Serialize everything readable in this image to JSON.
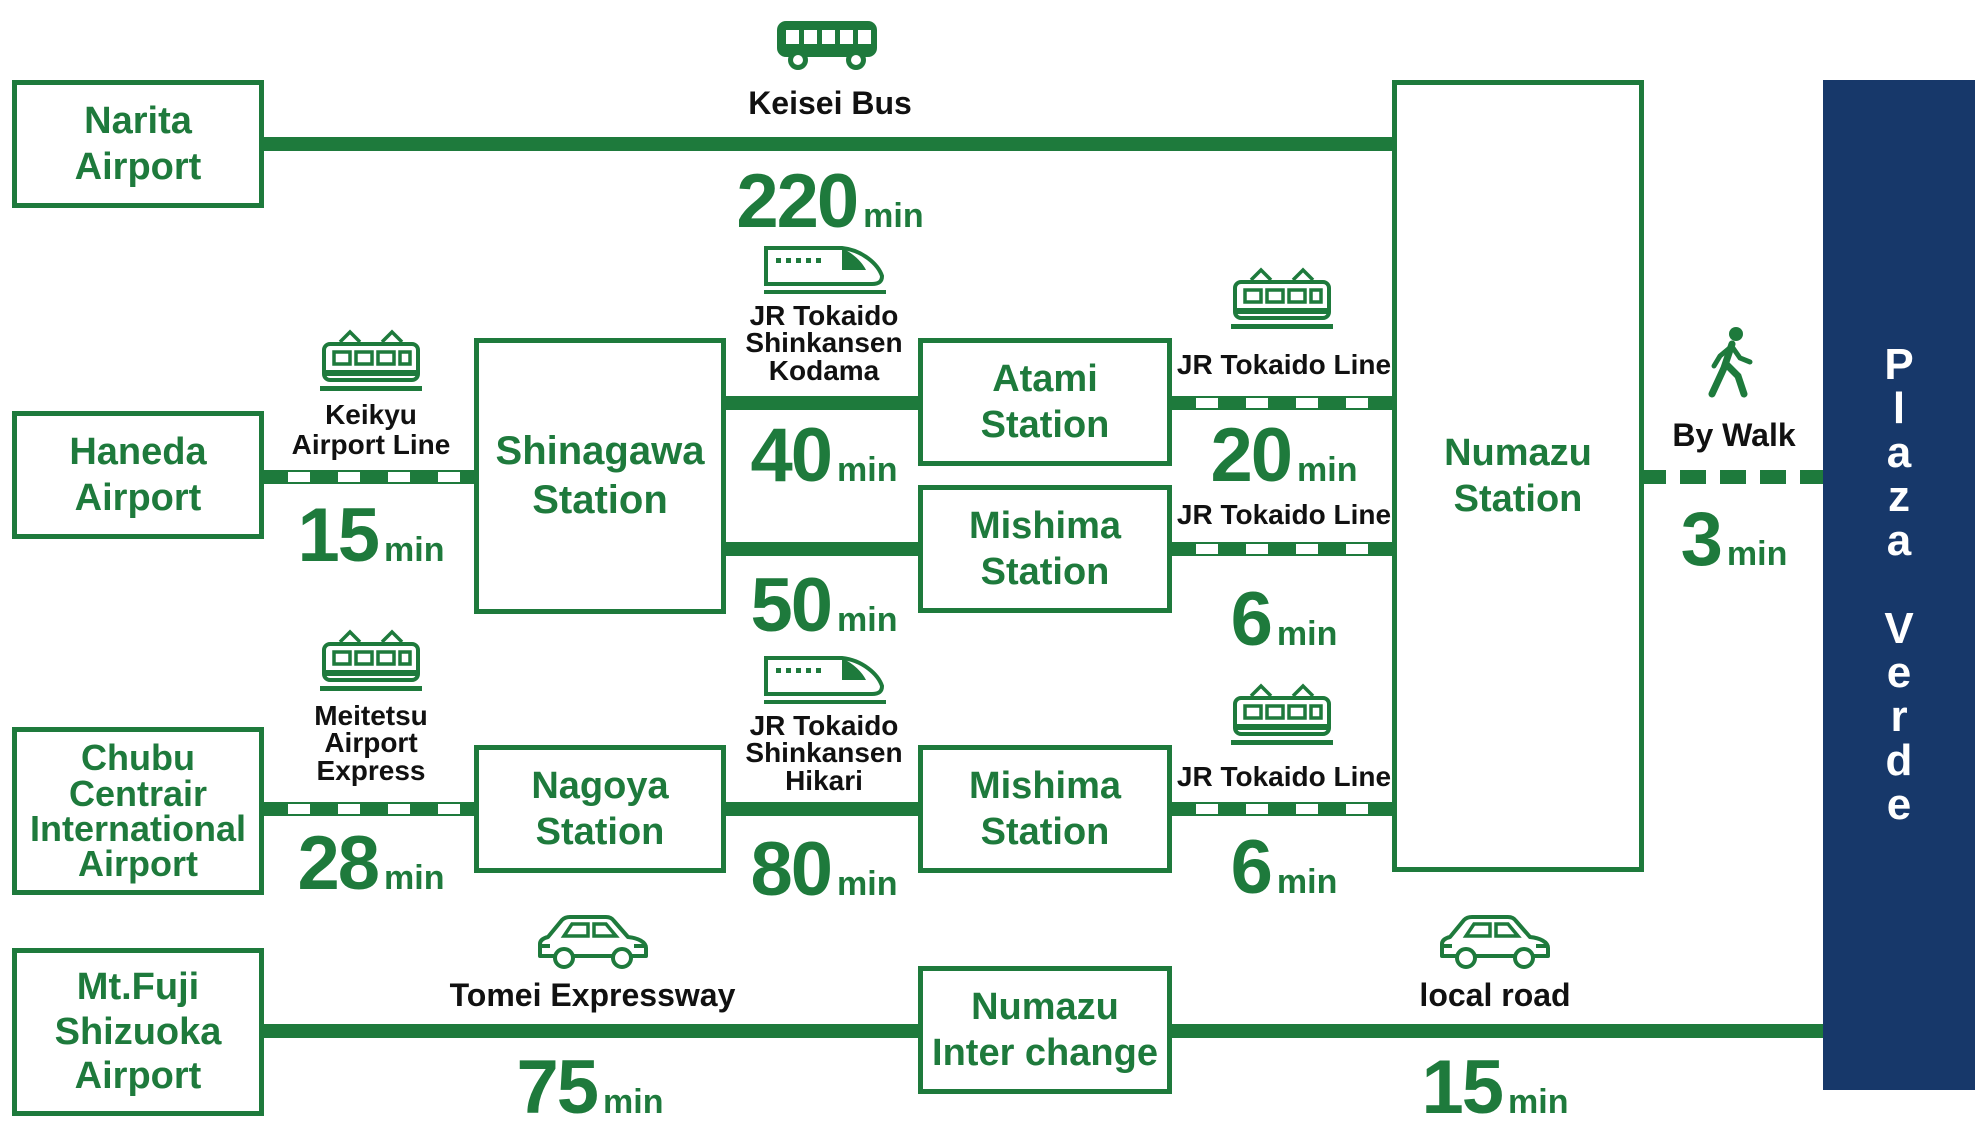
{
  "colors": {
    "green": "#1e7a3c",
    "navy": "#17386a"
  },
  "destination": {
    "label": "Plaza Verde"
  },
  "nodes": {
    "narita": {
      "lines": [
        "Narita",
        "Airport"
      ]
    },
    "haneda": {
      "lines": [
        "Haneda",
        "Airport"
      ]
    },
    "chubu": {
      "lines": [
        "Chubu",
        "Centrair",
        "International",
        "Airport"
      ]
    },
    "mtfuji": {
      "lines": [
        "Mt.Fuji",
        "Shizuoka",
        "Airport"
      ]
    },
    "shinagawa": {
      "lines": [
        "Shinagawa",
        "Station"
      ]
    },
    "nagoya": {
      "lines": [
        "Nagoya",
        "Station"
      ]
    },
    "atami": {
      "lines": [
        "Atami",
        "Station"
      ]
    },
    "mishima1": {
      "lines": [
        "Mishima",
        "Station"
      ]
    },
    "mishima2": {
      "lines": [
        "Mishima",
        "Station"
      ]
    },
    "numazu_ic": {
      "lines": [
        "Numazu",
        "Inter change"
      ]
    },
    "numazu_station": {
      "lines": [
        "Numazu",
        "Station"
      ]
    }
  },
  "routes": {
    "keisei_bus": {
      "mode": "bus-icon",
      "label": [
        "Keisei Bus"
      ],
      "time": "220",
      "unit": "min"
    },
    "keikyu": {
      "mode": "train-icon",
      "label": [
        "Keikyu",
        "Airport Line"
      ],
      "time": "15",
      "unit": "min"
    },
    "kodama": {
      "mode": "shinkansen-icon",
      "label": [
        "JR Tokaido",
        "Shinkansen",
        "Kodama"
      ],
      "time": "40",
      "unit": "min"
    },
    "shinagawa_mishima": {
      "time": "50",
      "unit": "min"
    },
    "atami_numazu": {
      "mode": "train-icon",
      "label": [
        "JR Tokaido Line"
      ],
      "time": "20",
      "unit": "min"
    },
    "mishima_numazu_1": {
      "label": [
        "JR Tokaido Line"
      ],
      "time": "6",
      "unit": "min"
    },
    "meitetsu": {
      "mode": "train-icon",
      "label": [
        "Meitetsu",
        "Airport",
        "Express"
      ],
      "time": "28",
      "unit": "min"
    },
    "hikari": {
      "mode": "shinkansen-icon",
      "label": [
        "JR Tokaido",
        "Shinkansen",
        "Hikari"
      ],
      "time": "80",
      "unit": "min"
    },
    "mishima_numazu_2": {
      "mode": "train-icon",
      "label": [
        "JR Tokaido Line"
      ],
      "time": "6",
      "unit": "min"
    },
    "walk": {
      "mode": "walking-person-icon",
      "label": [
        "By Walk"
      ],
      "time": "3",
      "unit": "min"
    },
    "tomei": {
      "mode": "car-icon",
      "label": [
        "Tomei Expressway"
      ],
      "time": "75",
      "unit": "min"
    },
    "local_road": {
      "mode": "car-icon",
      "label": [
        "local road"
      ],
      "time": "15",
      "unit": "min"
    }
  }
}
